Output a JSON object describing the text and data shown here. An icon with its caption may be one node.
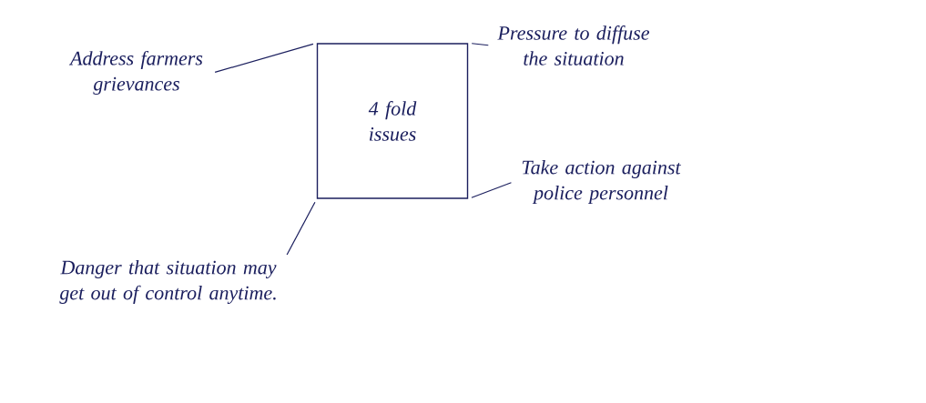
{
  "diagram": {
    "nodes": [
      {
        "text": [
          "Address farmers grievances"
        ]
      },
      {
        "text": [
          "Pressure to diffuse the situation"
        ]
      },
      {
        "text": [
          "4 fold issues"
        ]
      },
      {
        "text": [
          "Take action against police personnel"
        ]
      },
      {
        "text": [
          "Danger that situation may get out of control anytime."
        ]
      }
    ],
    "edges": [
      {
        "from": 2,
        "to": 0,
        "arrow": "none"
      },
      {
        "from": 2,
        "to": 1,
        "arrow": "none"
      },
      {
        "from": 2,
        "to": 3,
        "arrow": "none"
      },
      {
        "from": 2,
        "to": 4,
        "arrow": "none"
      }
    ]
  }
}
